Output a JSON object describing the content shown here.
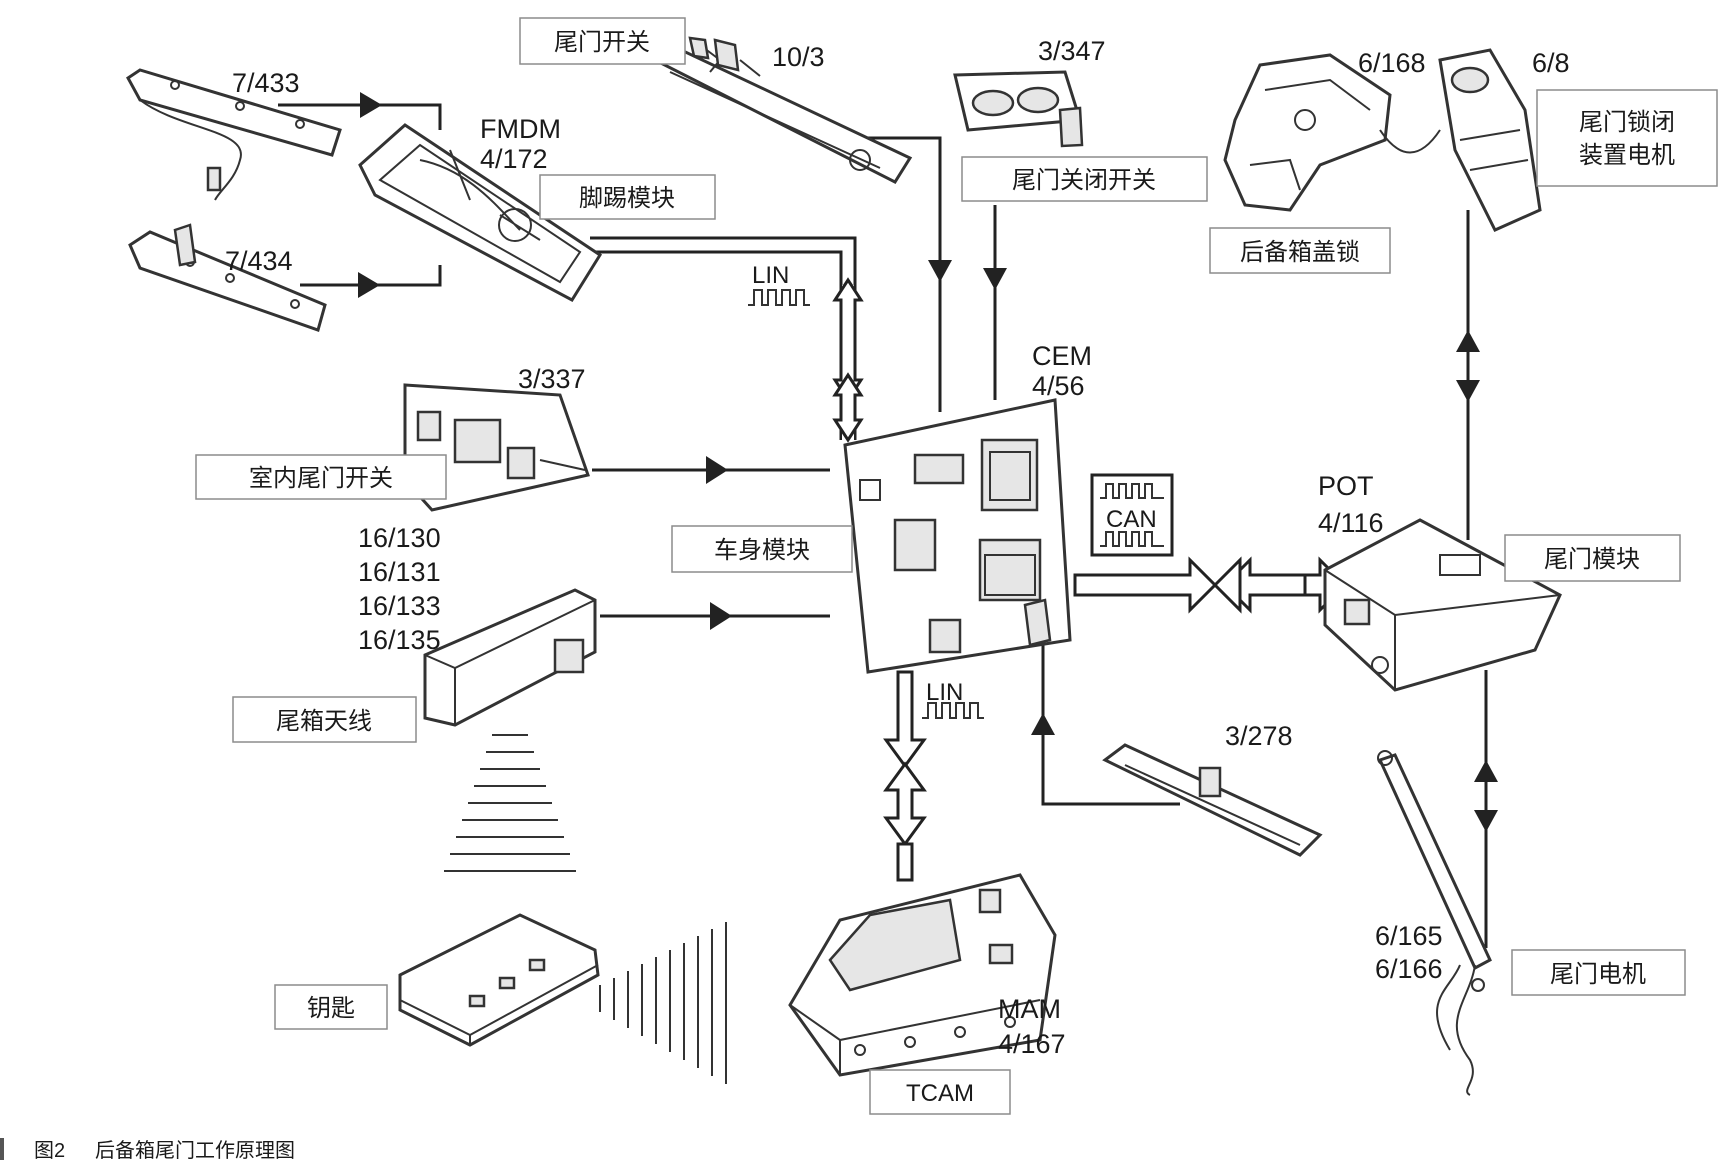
{
  "components": {
    "fmdm": {
      "name": "FMDM",
      "code": "4/172",
      "label": "脚踢模块"
    },
    "kick_sensor_1": {
      "code": "7/433"
    },
    "kick_sensor_2": {
      "code": "7/434"
    },
    "tailgate_switch": {
      "code": "10/3",
      "label": "尾门开关"
    },
    "tailgate_close_switch": {
      "code": "3/347",
      "label": "尾门关闭开关"
    },
    "interior_switch": {
      "code": "3/337",
      "label": "室内尾门开关"
    },
    "antenna": {
      "codes": [
        "16/130",
        "16/131",
        "16/133",
        "16/135"
      ],
      "label": "尾箱天线"
    },
    "key": {
      "label": "钥匙"
    },
    "cem": {
      "name": "CEM",
      "code": "4/56",
      "label": "车身模块"
    },
    "mam": {
      "name": "MAM",
      "code": "4/167",
      "label": "TCAM"
    },
    "lamp_switch": {
      "code": "3/278"
    },
    "pot": {
      "name": "POT",
      "code": "4/116",
      "label": "尾门模块"
    },
    "trunk_lock": {
      "code": "6/168",
      "label": "后备箱盖锁"
    },
    "lock_motor": {
      "code": "6/8",
      "label_lines": [
        "尾门锁闭",
        "装置电机"
      ]
    },
    "tailgate_motor": {
      "codes": [
        "6/165",
        "6/166"
      ],
      "label": "尾门电机"
    }
  },
  "buses": {
    "lin_top": "LIN",
    "lin_bottom": "LIN",
    "can": "CAN"
  },
  "caption": {
    "figure": "图2",
    "title": "后备箱尾门工作原理图"
  }
}
